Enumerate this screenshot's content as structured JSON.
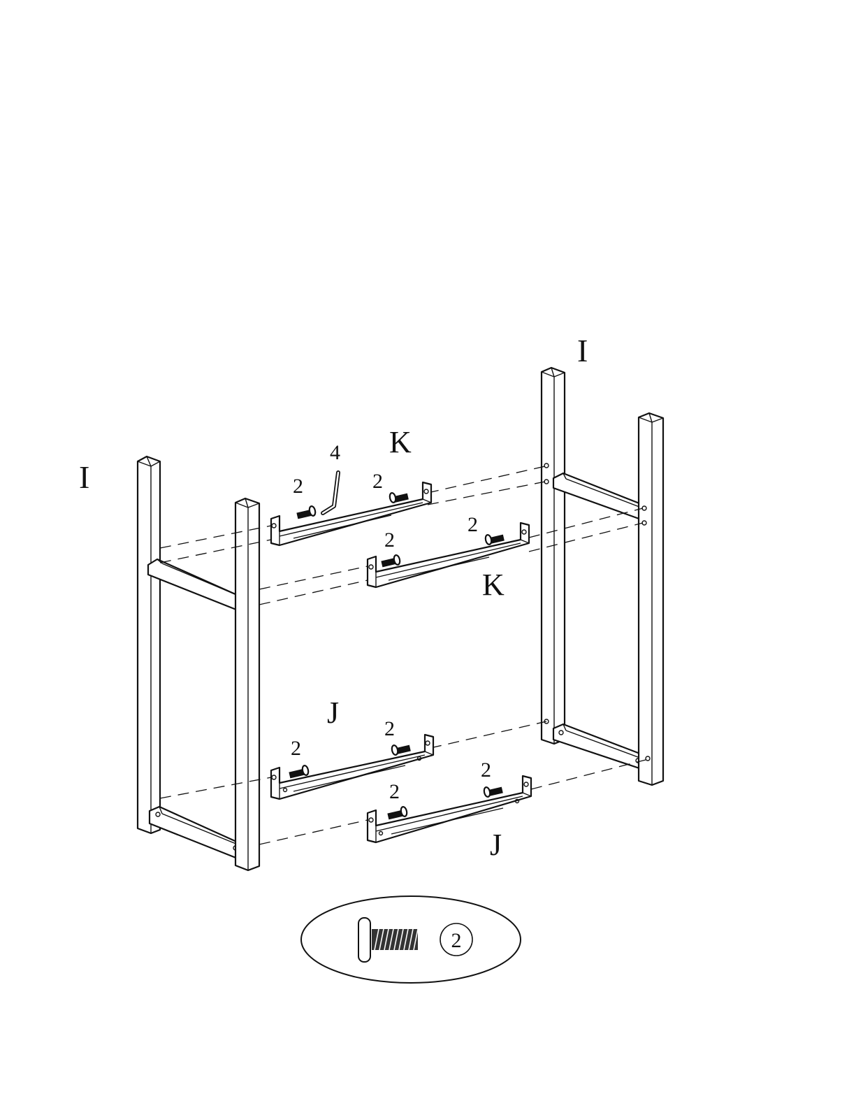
{
  "labels": {
    "leg_left": "I",
    "leg_right": "I",
    "rail_k_upper": "K",
    "rail_k_lower": "K",
    "rail_j_upper": "J",
    "rail_j_lower": "J",
    "qty_wrench": "4",
    "qty_k_upper_left": "2",
    "qty_k_upper_right": "2",
    "qty_k_lower_left": "2",
    "qty_k_lower_right": "2",
    "qty_j_upper_left": "2",
    "qty_j_upper_right": "2",
    "qty_j_lower_left": "2",
    "qty_j_lower_right": "2"
  },
  "hardware": {
    "bolt_callout": "2"
  }
}
